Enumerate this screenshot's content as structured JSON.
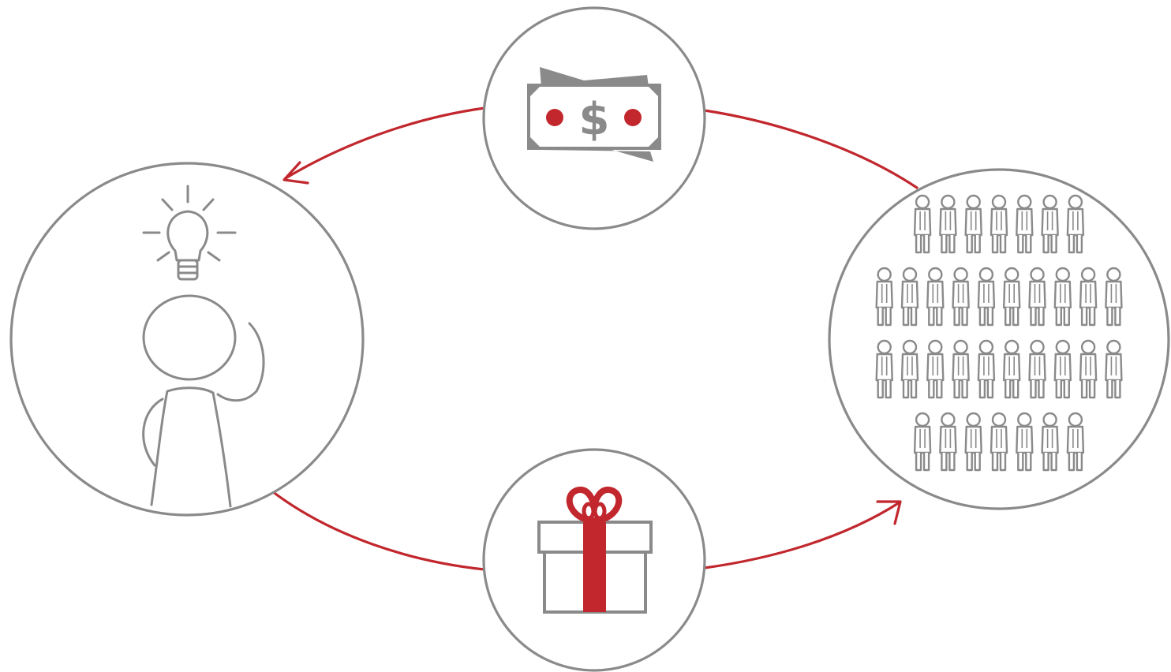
{
  "diagram": {
    "nodes": [
      {
        "id": "creator",
        "icon": "person-with-lightbulb-icon"
      },
      {
        "id": "money",
        "icon": "dollar-bill-icon",
        "symbol": "$"
      },
      {
        "id": "crowd",
        "icon": "crowd-of-people-icon",
        "rows": [
          7,
          10,
          10,
          7
        ]
      },
      {
        "id": "reward",
        "icon": "gift-box-icon"
      }
    ],
    "edges": [
      {
        "from": "money",
        "to": "creator"
      },
      {
        "from": "crowd",
        "to": "money"
      },
      {
        "from": "creator",
        "to": "reward"
      },
      {
        "from": "reward",
        "to": "crowd"
      }
    ]
  },
  "colors": {
    "accent": "#c1272d",
    "stroke": "#8a8a8a",
    "background": "#ffffff"
  }
}
